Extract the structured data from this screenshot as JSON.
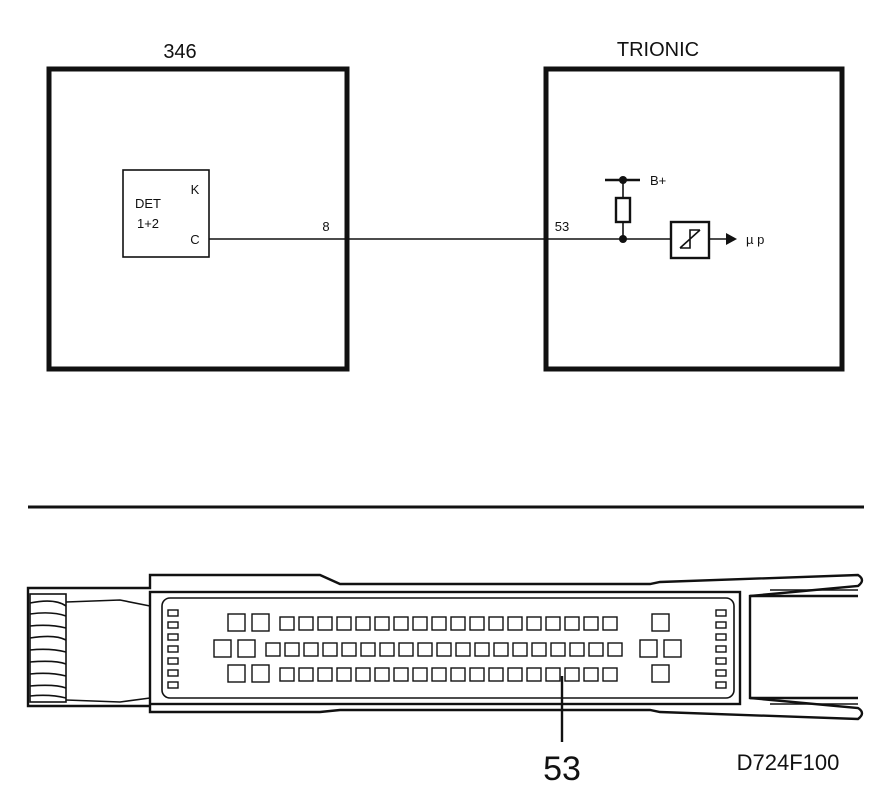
{
  "module_left": {
    "title": "346",
    "component_label_line1": "DET",
    "component_label_line2": "1+2",
    "pin_k": "K",
    "pin_c": "C"
  },
  "module_right": {
    "title": "TRIONIC",
    "supply_label": "B+",
    "output_label": "µ p"
  },
  "wire": {
    "left_pin": "8",
    "right_pin": "53"
  },
  "connector": {
    "highlighted_pin_label": "53"
  },
  "figure_code": "D724F100"
}
